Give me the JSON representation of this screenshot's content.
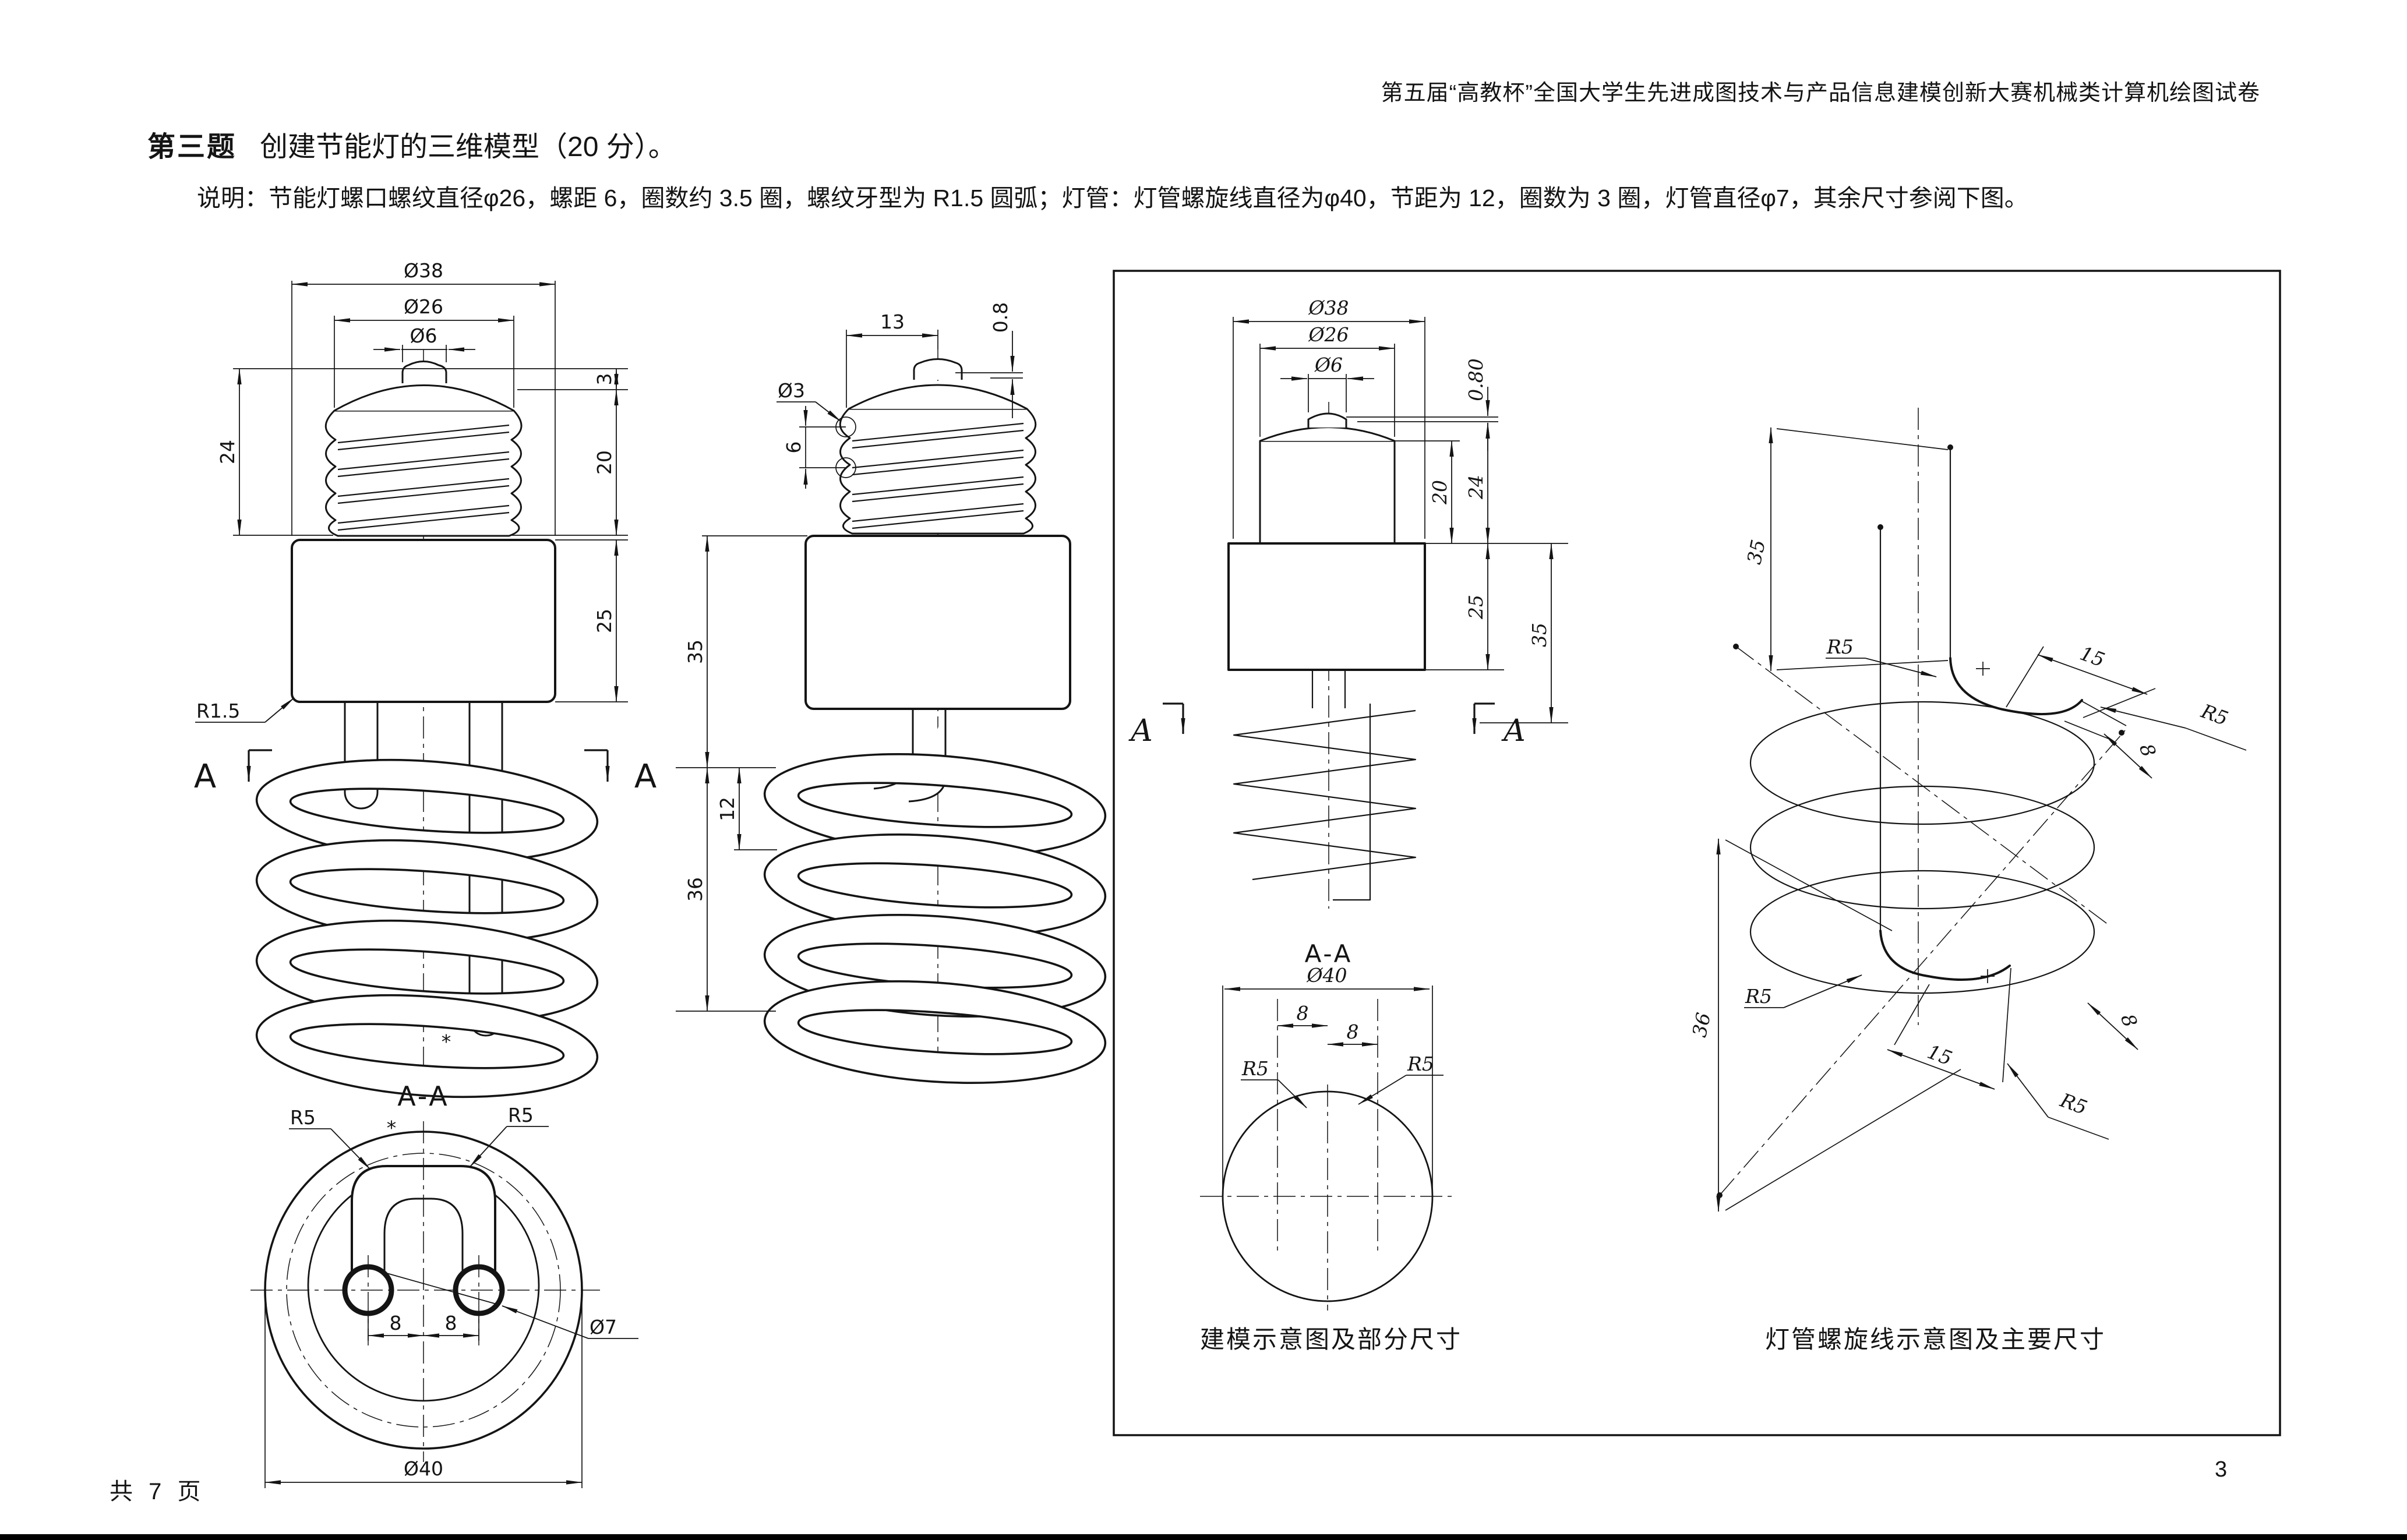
{
  "header": {
    "exam_title": "第五届“高教杯”全国大学生先进成图技术与产品信息建模创新大赛机械类计算机绘图试卷"
  },
  "title": {
    "number": "第三题",
    "text": "创建节能灯的三维模型（20 分）。"
  },
  "description": "说明：节能灯螺口螺纹直径φ26，螺距 6，圈数约 3.5 圈，螺纹牙型为 R1.5 圆弧；灯管：灯管螺旋线直径为φ40，节距为 12，圈数为 3 圈，灯管直径φ7，其余尺寸参阅下图。",
  "front_view": {
    "dia38": "Ø38",
    "dia26": "Ø26",
    "dia6": "Ø6",
    "len24": "24",
    "len3": "3",
    "len20": "20",
    "len25": "25",
    "fillet": "R1.5",
    "sec_a_left": "A",
    "sec_a_right": "A"
  },
  "section_view": {
    "title": "A-A",
    "r5_left": "R5",
    "r5_right": "R5",
    "off8_left": "8",
    "off8_right": "8",
    "tube_dia": "Ø7",
    "coil_dia": "Ø40"
  },
  "side_view": {
    "len13": "13",
    "len08": "0.8",
    "hole_dia": "Ø3",
    "pitch6": "6",
    "len35": "35",
    "pitch12": "12",
    "len36": "36"
  },
  "panel": {
    "model_view": {
      "dia38": "Ø38",
      "dia26": "Ø26",
      "dia6": "Ø6",
      "len080": "0.80",
      "len20": "20",
      "len24": "24",
      "len25": "25",
      "len35": "35",
      "a_left": "A",
      "a_right": "A",
      "section_title": "A-A",
      "coil_dia": "Ø40",
      "off8_a": "8",
      "off8_b": "8",
      "r5_a": "R5",
      "r5_b": "R5",
      "caption": "建模示意图及部分尺寸"
    },
    "helix_view": {
      "len35": "35",
      "len36": "36",
      "r5_a": "R5",
      "r5_b": "R5",
      "r5_c": "R5",
      "r5_d": "R5",
      "len15_a": "15",
      "len15_b": "15",
      "len8_a": "8",
      "len8_b": "8",
      "caption": "灯管螺旋线示意图及主要尺寸"
    }
  },
  "footer": {
    "total_pages": "共 7 页",
    "page_number": "3"
  },
  "marks": {
    "star": "*"
  }
}
